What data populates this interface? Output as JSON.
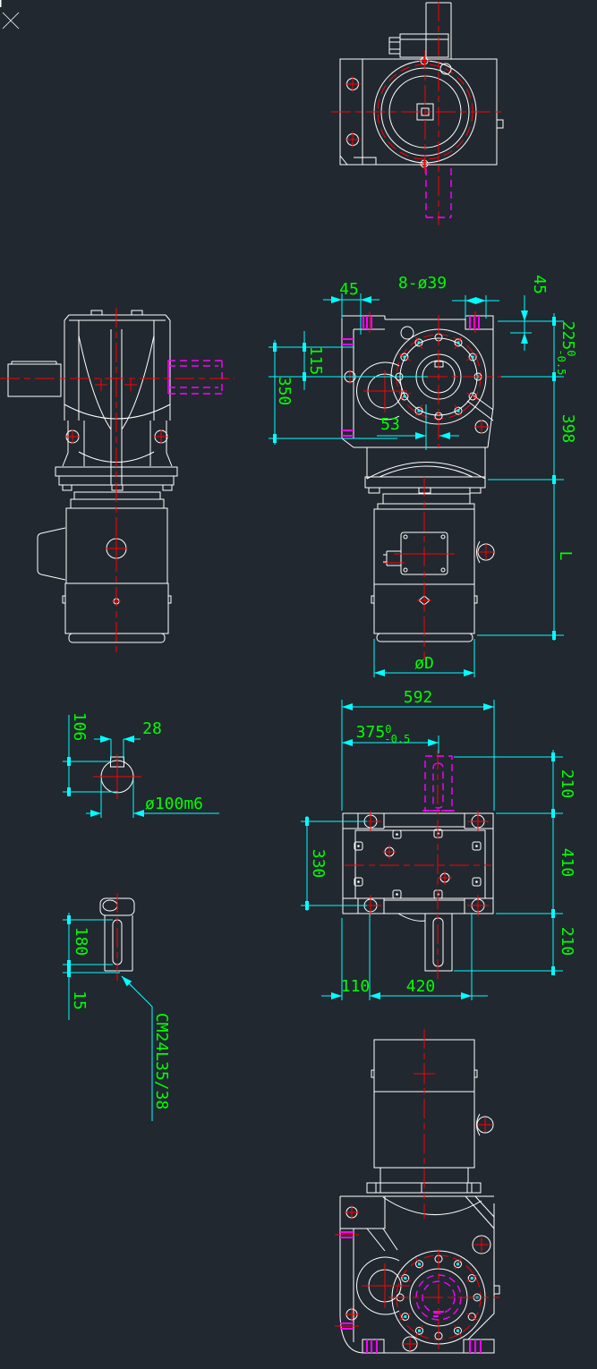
{
  "colors": {
    "background": "#212830",
    "geometry_lines": "#ffffff",
    "dimension_lines": "#00ffff",
    "dimension_text": "#00ff00",
    "centerlines": "#ff0000",
    "phantom_lines": "#ff00ff",
    "hatch": "#e8e85a"
  },
  "drawing": {
    "front_view": {
      "d45_left": "45",
      "d8_phi39": "8-ø39",
      "d45_right": "45",
      "d115": "115",
      "d350": "350",
      "d53": "53",
      "d225": "225",
      "d225_tol_upper": "0",
      "d225_tol_lower": "-0.5",
      "d398": "398",
      "dL": "L",
      "dPhiD": "øD"
    },
    "plan_view": {
      "d592": "592",
      "d375": "375",
      "d375_tol_upper": "0",
      "d375_tol_lower": "-0.5",
      "d210_upper": "210",
      "d410": "410",
      "d210_lower": "210",
      "d330": "330",
      "d110": "110",
      "d420": "420"
    },
    "shaft_section": {
      "d106": "106",
      "d28": "28",
      "dbore": "ø100m6"
    },
    "keyway_detail": {
      "d180": "180",
      "d15": "15",
      "leader_label": "CM24L35/38"
    }
  }
}
